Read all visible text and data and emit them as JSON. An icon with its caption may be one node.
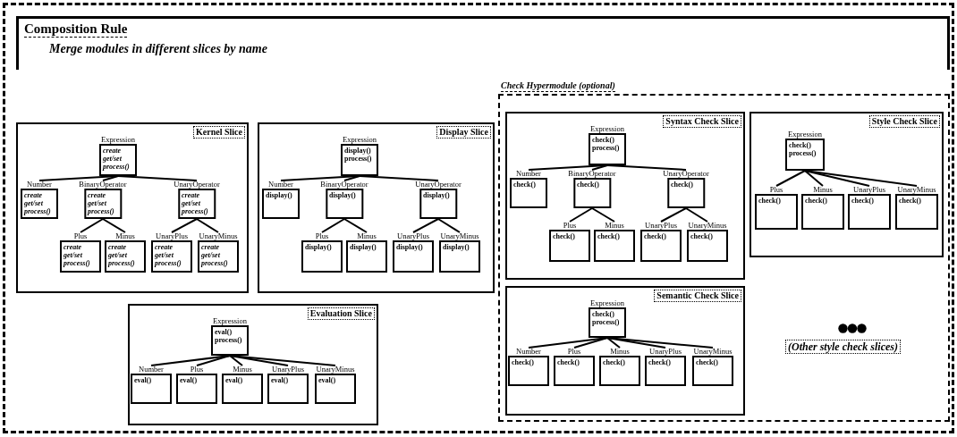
{
  "diagram": {
    "nodes": [
      {
        "text": [
          "Composition Rule",
          "Merge modules in different slices by name"
        ]
      },
      {
        "text": [
          "Kernel Slice"
        ]
      },
      {
        "text": [
          "Expression",
          "create",
          "get/set",
          "process()"
        ],
        "in": 1
      },
      {
        "text": [
          "Number",
          "create",
          "get/set",
          "process()"
        ],
        "in": 1
      },
      {
        "text": [
          "BinaryOperator",
          "create",
          "get/set",
          "process()"
        ],
        "in": 1
      },
      {
        "text": [
          "UnaryOperator",
          "create",
          "get/set",
          "process()"
        ],
        "in": 1
      },
      {
        "text": [
          "Plus",
          "create",
          "get/set",
          "process()"
        ],
        "in": 1
      },
      {
        "text": [
          "Minus",
          "create",
          "get/set",
          "process()"
        ],
        "in": 1
      },
      {
        "text": [
          "UnaryPlus",
          "create",
          "get/set",
          "process()"
        ],
        "in": 1
      },
      {
        "text": [
          "UnaryMinus",
          "create",
          "get/set",
          "process()"
        ],
        "in": 1
      },
      {
        "text": [
          "Display Slice"
        ]
      },
      {
        "text": [
          "Expression",
          "display()",
          "process()"
        ],
        "in": 10
      },
      {
        "text": [
          "Number",
          "display()"
        ],
        "in": 10
      },
      {
        "text": [
          "BinaryOperator",
          "display()"
        ],
        "in": 10
      },
      {
        "text": [
          "UnaryOperator",
          "display()"
        ],
        "in": 10
      },
      {
        "text": [
          "Plus",
          "display()"
        ],
        "in": 10
      },
      {
        "text": [
          "Minus",
          "display()"
        ],
        "in": 10
      },
      {
        "text": [
          "UnaryPlus",
          "display()"
        ],
        "in": 10
      },
      {
        "text": [
          "UnaryMinus",
          "display()"
        ],
        "in": 10
      },
      {
        "text": [
          "Check Hypermodule (optional)"
        ]
      },
      {
        "text": [
          "Syntax Check Slice"
        ],
        "in": 19
      },
      {
        "text": [
          "Expression",
          "check()",
          "process()"
        ],
        "in": 20
      },
      {
        "text": [
          "Number",
          "check()"
        ],
        "in": 20
      },
      {
        "text": [
          "BinaryOperator",
          "check()"
        ],
        "in": 20
      },
      {
        "text": [
          "UnaryOperator",
          "check()"
        ],
        "in": 20
      },
      {
        "text": [
          "Plus",
          "check()"
        ],
        "in": 20
      },
      {
        "text": [
          "Minus",
          "check()"
        ],
        "in": 20
      },
      {
        "text": [
          "UnaryPlus",
          "check()"
        ],
        "in": 20
      },
      {
        "text": [
          "UnaryMinus",
          "check()"
        ],
        "in": 20
      },
      {
        "text": [
          "Style Check Slice"
        ],
        "in": 19
      },
      {
        "text": [
          "Expression",
          "check()",
          "process()"
        ],
        "in": 29
      },
      {
        "text": [
          "Plus",
          "check()"
        ],
        "in": 29
      },
      {
        "text": [
          "Minus",
          "check()"
        ],
        "in": 29
      },
      {
        "text": [
          "UnaryPlus",
          "check()"
        ],
        "in": 29
      },
      {
        "text": [
          "UnaryMinus",
          "check()"
        ],
        "in": 29
      },
      {
        "text": [
          "Semantic Check Slice"
        ],
        "in": 19
      },
      {
        "text": [
          "Expression",
          "check()",
          "process()"
        ],
        "in": 35
      },
      {
        "text": [
          "Number",
          "check()"
        ],
        "in": 35
      },
      {
        "text": [
          "Plus",
          "check()"
        ],
        "in": 35
      },
      {
        "text": [
          "Minus",
          "check()"
        ],
        "in": 35
      },
      {
        "text": [
          "UnaryPlus",
          "check()"
        ],
        "in": 35
      },
      {
        "text": [
          "UnaryMinus",
          "check()"
        ],
        "in": 35
      },
      {
        "text": [
          "Evaluation Slice"
        ]
      },
      {
        "text": [
          "Expression",
          "eval()",
          "process()"
        ],
        "in": 42
      },
      {
        "text": [
          "Number",
          "eval()"
        ],
        "in": 42
      },
      {
        "text": [
          "Plus",
          "eval()"
        ],
        "in": 42
      },
      {
        "text": [
          "Minus",
          "eval()"
        ],
        "in": 42
      },
      {
        "text": [
          "UnaryPlus",
          "eval()"
        ],
        "in": 42
      },
      {
        "text": [
          "UnaryMinus",
          "eval()"
        ],
        "in": 42
      }
    ],
    "edges": [
      {
        "from": 2,
        "to": 3,
        "arrow": "none"
      },
      {
        "from": 2,
        "to": 4,
        "arrow": "none"
      },
      {
        "from": 2,
        "to": 5,
        "arrow": "none"
      },
      {
        "from": 4,
        "to": 6,
        "arrow": "none"
      },
      {
        "from": 4,
        "to": 7,
        "arrow": "none"
      },
      {
        "from": 5,
        "to": 8,
        "arrow": "none"
      },
      {
        "from": 5,
        "to": 9,
        "arrow": "none"
      },
      {
        "from": 11,
        "to": 12,
        "arrow": "none"
      },
      {
        "from": 11,
        "to": 13,
        "arrow": "none"
      },
      {
        "from": 11,
        "to": 14,
        "arrow": "none"
      },
      {
        "from": 13,
        "to": 15,
        "arrow": "none"
      },
      {
        "from": 13,
        "to": 16,
        "arrow": "none"
      },
      {
        "from": 14,
        "to": 17,
        "arrow": "none"
      },
      {
        "from": 14,
        "to": 18,
        "arrow": "none"
      },
      {
        "from": 21,
        "to": 22,
        "arrow": "none"
      },
      {
        "from": 21,
        "to": 23,
        "arrow": "none"
      },
      {
        "from": 21,
        "to": 24,
        "arrow": "none"
      },
      {
        "from": 23,
        "to": 25,
        "arrow": "none"
      },
      {
        "from": 23,
        "to": 26,
        "arrow": "none"
      },
      {
        "from": 24,
        "to": 27,
        "arrow": "none"
      },
      {
        "from": 24,
        "to": 28,
        "arrow": "none"
      },
      {
        "from": 30,
        "to": 31,
        "arrow": "none"
      },
      {
        "from": 30,
        "to": 32,
        "arrow": "none"
      },
      {
        "from": 30,
        "to": 33,
        "arrow": "none"
      },
      {
        "from": 30,
        "to": 34,
        "arrow": "none"
      },
      {
        "from": 36,
        "to": 37,
        "arrow": "none"
      },
      {
        "from": 36,
        "to": 38,
        "arrow": "none"
      },
      {
        "from": 36,
        "to": 39,
        "arrow": "none"
      },
      {
        "from": 36,
        "to": 40,
        "arrow": "none"
      },
      {
        "from": 36,
        "to": 41,
        "arrow": "none"
      },
      {
        "from": 43,
        "to": 44,
        "arrow": "none"
      },
      {
        "from": 43,
        "to": 45,
        "arrow": "none"
      },
      {
        "from": 43,
        "to": 46,
        "arrow": "none"
      },
      {
        "from": 43,
        "to": 47,
        "arrow": "none"
      },
      {
        "from": 43,
        "to": 48,
        "arrow": "none"
      }
    ],
    "labels": [
      "(Other style check slices)"
    ]
  }
}
